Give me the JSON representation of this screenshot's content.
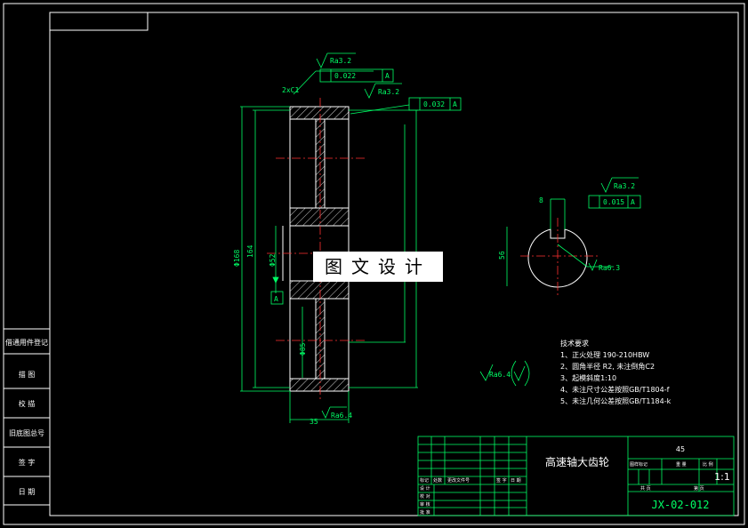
{
  "drawing": {
    "roughness_top": "Ra3.2",
    "tolerance_top": {
      "value": "0.022",
      "datum": "A"
    },
    "chamfer": "2xC1",
    "roughness_top2": "Ra3.2",
    "tolerance_top2": {
      "value": "0.032",
      "datum": "A"
    },
    "dim_outer": "Φ168",
    "dim_root": "164",
    "dim_bore": "Φ52",
    "datum_label": "A",
    "dim_hub": "Φ85",
    "dim_width": "35",
    "roughness_width": "Ra6.4",
    "keyway_dim": "8",
    "keyway_roughness": "Ra3.2",
    "keyway_tolerance": {
      "value": "0.015",
      "datum": "A"
    },
    "key_depth": "56",
    "key_roughness": "Ra6.3",
    "general_roughness": "Ra6.4"
  },
  "tech_requirements": {
    "title": "技术要求",
    "items": [
      "1、正火处理 190-210HBW",
      "2、圆角半径 R2, 未注倒角C2",
      "3、起模斜度1:10",
      "4、未注尺寸公差按照GB/T1804-f",
      "5、未注几何公差按照GB/T1184-k"
    ]
  },
  "side_panel": {
    "labels": [
      "借通用件登记",
      "描 图",
      "校 描",
      "旧底图总号",
      "签 字",
      "日 期"
    ]
  },
  "title_block": {
    "part_name": "高速轴大齿轮",
    "material": "45",
    "scale": "1:1",
    "drawing_no": "JX-02-012",
    "headers": [
      "图样标记",
      "重 量",
      "比 例"
    ],
    "sheet_labels": [
      "共 页",
      "第 页"
    ],
    "row_labels": [
      "标记",
      "处数",
      "更改文件号",
      "签 字",
      "日 期"
    ],
    "role_labels": [
      "设 计",
      "校 对",
      "审 核",
      "批 准"
    ]
  },
  "watermark": "图文设计"
}
